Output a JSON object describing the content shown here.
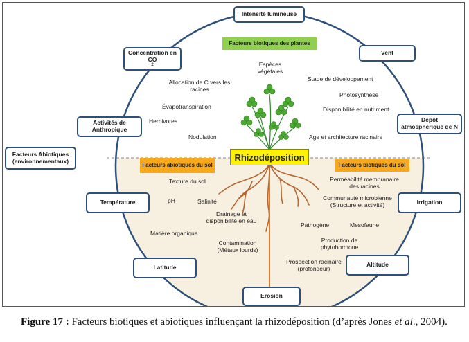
{
  "diagram": {
    "outer_boxes": {
      "top": "Intensité lumineuse",
      "concentration": "Concentration en CO",
      "concentration_sub": "2",
      "vent": "Vent",
      "anthropique": "Activités de Anthropique",
      "depot": "Dépôt atmosphérique de N",
      "abiotiques": "Facteurs Abiotiques (environnementaux)",
      "temperature": "Température",
      "irrigation": "Irrigation",
      "latitude": "Latitude",
      "altitude": "Altitude",
      "erosion": "Erosion"
    },
    "tags": {
      "plants": "Facteurs biotiques des plantes",
      "soil_abiotic": "Facteurs abiotiques du sol",
      "soil_biotic": "Facteurs biotiques du sol"
    },
    "center": "Rhizodéposition",
    "plant_labels": {
      "especes": "Espèces végétales",
      "allocation": "Allocation de C vers les racines",
      "stade": "Stade de développement",
      "photosynthese": "Photosynthèse",
      "evapo": "Évapotranspiration",
      "disponibilite": "Disponibilité en nutriment",
      "herbivores": "Herbivores",
      "nodulation": "Nodulation",
      "age": "Age et architecture racinaire"
    },
    "soil_abiotic_labels": {
      "texture": "Texture du sol",
      "ph": "pH",
      "salinite": "Salinité",
      "drainage": "Drainage et disponibilité en eau",
      "matiere": "Matière organique",
      "contamination": "Contamination (Métaux lourds)"
    },
    "soil_biotic_labels": {
      "permeabilite": "Perméabilité membranaire des racines",
      "communaute": "Communauté microbienne (Structure et activité)",
      "pathogene": "Pathogène",
      "mesofaune": "Mesofaune",
      "phytohormone": "Production de phytohormone",
      "prospection": "Prospection racinaire (profondeur)"
    }
  },
  "caption": {
    "label": "Figure 17 :",
    "text_before": " Facteurs biotiques et abiotiques influençant la rhizodéposition (d’après Jones ",
    "etal": "et al",
    "text_after": "., 2004)."
  },
  "colors": {
    "circle_stroke": "#2e4f7a",
    "soil_fill": "#f7efe0",
    "green_tag": "#8fd14f",
    "orange_tag": "#f7a81b",
    "highlight": "#fff200",
    "root": "#b5652e",
    "arrow": "#e07b2a"
  }
}
